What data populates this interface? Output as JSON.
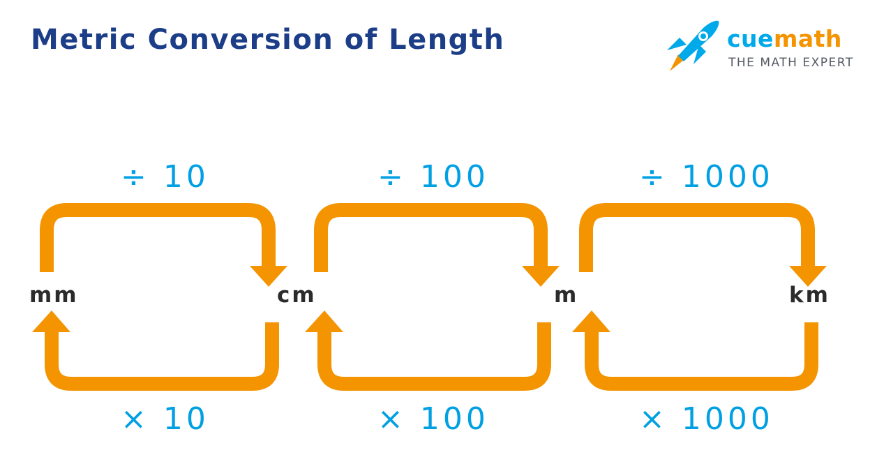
{
  "title": "Metric Conversion of Length",
  "logo": {
    "word_part1": "cue",
    "word_part2": "math",
    "tagline": "THE MATH EXPERT",
    "icon": "rocket-icon"
  },
  "units": {
    "mm": "mm",
    "cm": "cm",
    "m": "m",
    "km": "km"
  },
  "conversions": [
    {
      "from": "mm",
      "to": "cm",
      "divide_label": "÷ 10",
      "multiply_label": "× 10"
    },
    {
      "from": "cm",
      "to": "m",
      "divide_label": "÷ 100",
      "multiply_label": "× 100"
    },
    {
      "from": "m",
      "to": "km",
      "divide_label": "÷ 1000",
      "multiply_label": "× 1000"
    }
  ],
  "colors": {
    "title": "#1c3d87",
    "arrow": "#f39400",
    "operation_text": "#00a0e3",
    "unit_text": "#2b2b2b",
    "logo_blue": "#00a9e9",
    "logo_orange": "#f39400"
  }
}
